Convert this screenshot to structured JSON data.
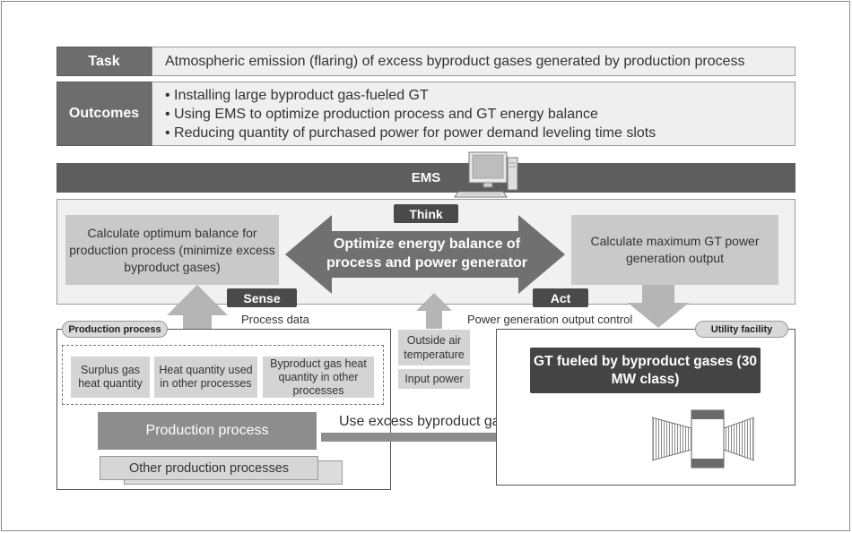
{
  "task": {
    "label": "Task",
    "text": "Atmospheric emission (flaring) of excess byproduct gases generated by production process"
  },
  "outcomes": {
    "label": "Outcomes",
    "items": [
      "• Installing large byproduct gas-fueled GT",
      "• Using EMS to optimize production process and GT energy balance",
      "• Reducing quantity of purchased power for power demand leveling time slots"
    ]
  },
  "ems": {
    "title": "EMS",
    "think": "Think",
    "sense": "Sense",
    "act": "Act",
    "calc_left": "Calculate optimum balance for production process (minimize excess byproduct gases)",
    "optimize": "Optimize energy balance of process and power generator",
    "calc_right": "Calculate maximum GT power generation output"
  },
  "labels": {
    "process_data": "Process data",
    "power_control": "Power generation output control"
  },
  "production": {
    "pill": "Production process",
    "boxes": [
      "Surplus gas heat quantity",
      "Heat quantity used in other processes",
      "Byproduct gas heat quantity in other processes"
    ],
    "main": "Production process",
    "other": "Other production processes",
    "use_text": "Use excess byproduct gases for fuel"
  },
  "inputs": {
    "outside_air": "Outside air temperature",
    "input_power": "Input power"
  },
  "utility": {
    "pill": "Utility facility",
    "gt": "GT fueled by byproduct gases (30 MW class)"
  }
}
